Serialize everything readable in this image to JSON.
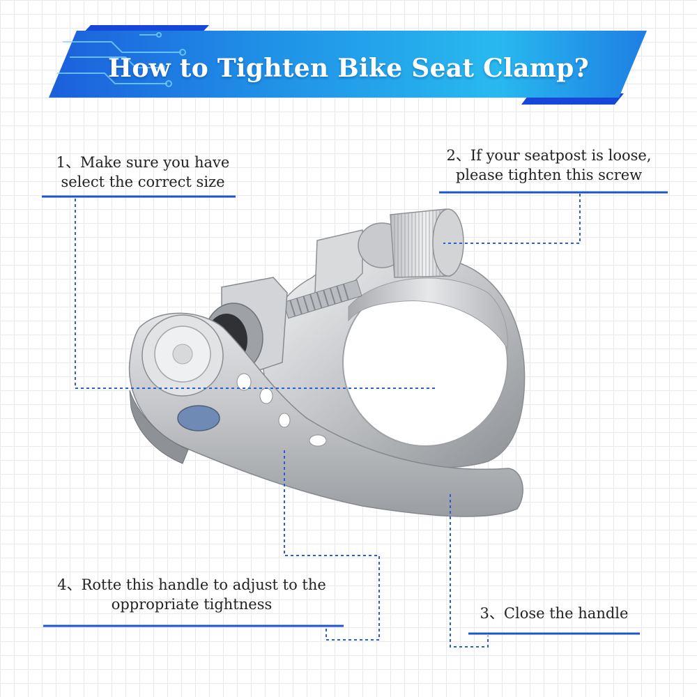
{
  "title": "How to Tighten Bike Seat Clamp?",
  "callouts": {
    "step1": {
      "line1": "1、Make sure you have",
      "line2": "select the correct size"
    },
    "step2": {
      "line1": "2、If your seatpost is loose,",
      "line2": "please tighten this screw"
    },
    "step3": {
      "line1": "3、Close the handle"
    },
    "step4": {
      "line1": "4、Rotte this handle to adjust to the",
      "line2": "oppropriate tightness"
    }
  },
  "colors": {
    "banner_dark": "#1747d8",
    "banner_light": "#2fc3f2",
    "underline": "#1d56c9",
    "leader_line": "#2a5bd8",
    "clamp_silver": "#c9cbce"
  },
  "icons": {
    "banner_decoration": "circuit-lines",
    "product": "quick-release-seat-clamp"
  }
}
